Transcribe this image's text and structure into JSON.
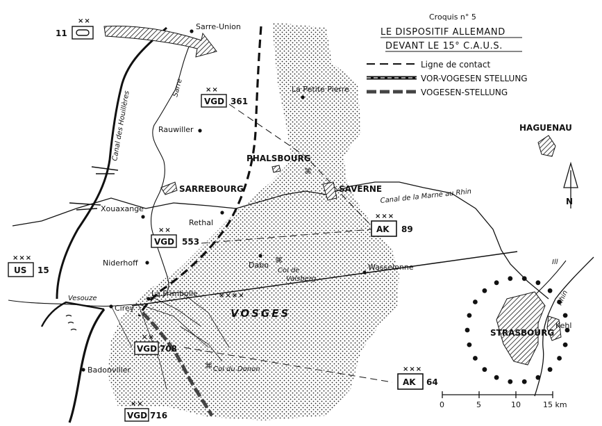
{
  "title": {
    "sketch": "Croquis n° 5",
    "line1": "LE DISPOSITIF ALLEMAND",
    "line2": "DEVANT LE 15° C.A.U.S."
  },
  "legend": {
    "contact": "Ligne de contact",
    "vor_vogesen": "VOR-VOGESEN STELLUNG",
    "vogesen": "VOGESEN-STELLUNG"
  },
  "places": {
    "sarre_union": "Sarre-Union",
    "la_petite_pierre": "La Petite Pierre",
    "rauwiller": "Rauwiller",
    "haguenau": "HAGUENAU",
    "phalsbourg": "PHALSBOURG",
    "sarrebourg": "SARREBOURG",
    "saverne": "SAVERNE",
    "xouaxange": "Xouaxange",
    "rethal": "Rethal",
    "niderhoff": "Niderhoff",
    "dabo": "Dabo",
    "col_de_valsberg_1": "Col de",
    "col_de_valsberg_2": "Valsberg",
    "wasselonne": "Wasselonne",
    "cirey": "Cirey",
    "la_frimbolle": "La Frimbolle",
    "vosges": "VOSGES",
    "badonviller": "Badonviller",
    "col_du_donon": "Col du Donon",
    "strasbourg": "STRASBOURG",
    "kehl": "Kehl"
  },
  "water": {
    "sarre": "Sarre",
    "canal_houilleres": "Canal des Houillères",
    "canal_marne_rhin": "Canal de la Marne au Rhin",
    "vesouze": "Vesouze",
    "ill": "Ill",
    "rhin": "Rhin"
  },
  "units": {
    "armored_11": {
      "echelon": "××",
      "number": "11",
      "icon": "armored-division-symbol"
    },
    "vgd_361": {
      "echelon": "××",
      "type": "VGD",
      "number": "361"
    },
    "ak_89": {
      "echelon": "×××",
      "type": "AK",
      "number": "89"
    },
    "vgd_553": {
      "echelon": "××",
      "type": "VGD",
      "number": "553"
    },
    "us_15": {
      "echelon": "×××",
      "type": "US",
      "number": "15"
    },
    "vgd_708": {
      "echelon": "××",
      "type": "VGD",
      "number": "708"
    },
    "ak_64": {
      "echelon": "×××",
      "type": "AK",
      "number": "64"
    },
    "vgd_716": {
      "echelon": "××",
      "type": "VGD",
      "number": "716"
    }
  },
  "corps_boundary": "××××",
  "north_arrow": {
    "label": "N",
    "icon": "north-arrow-icon"
  },
  "scale": {
    "ticks": [
      "0",
      "5",
      "10",
      "15 km"
    ]
  },
  "colors": {
    "ink": "#111111",
    "paper": "#ffffff"
  }
}
